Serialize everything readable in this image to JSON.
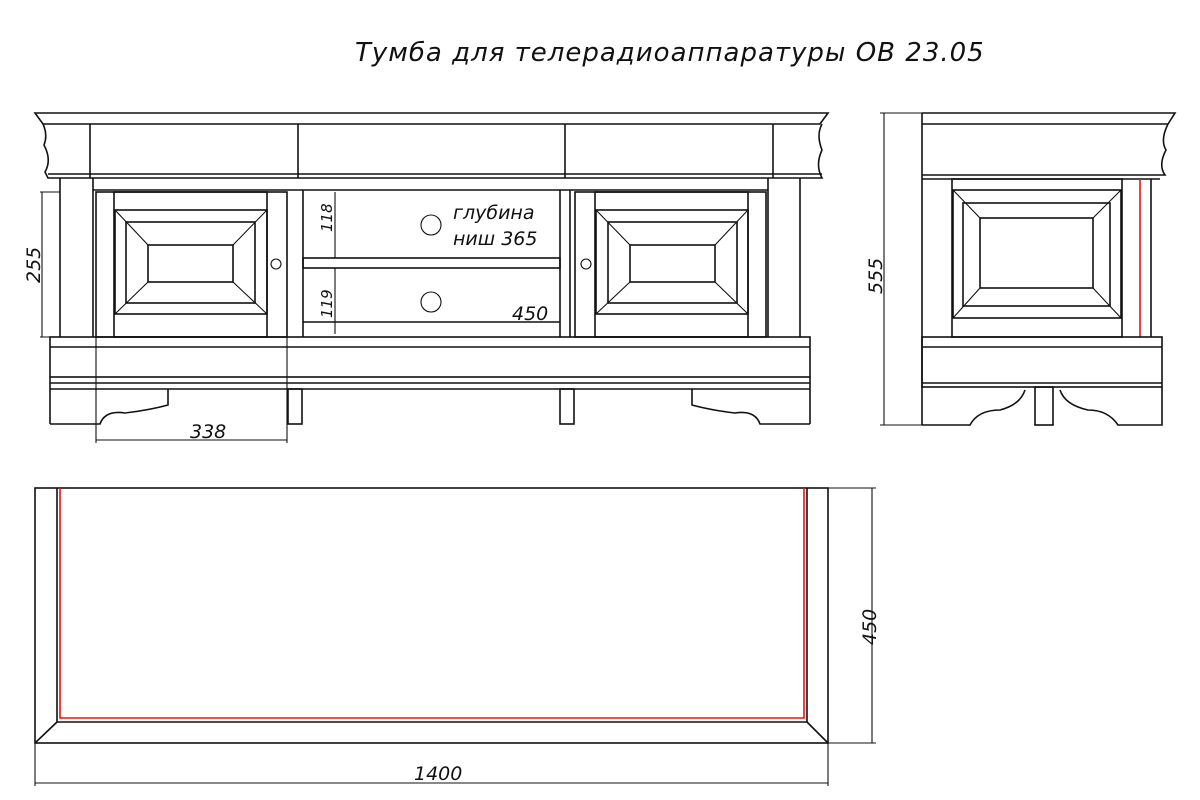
{
  "title": "Тумба для телерадиоаппаратуры ОВ 23.05",
  "views": {
    "front": {
      "dimensions": {
        "door_height": "255",
        "door_width": "338",
        "niche_upper": "118",
        "niche_lower": "119",
        "niche_depth_line1": "глубина",
        "niche_depth_line2": "ниш  365",
        "shelf_width": "450"
      }
    },
    "side": {
      "dimensions": {
        "height": "555"
      }
    },
    "top": {
      "dimensions": {
        "width": "1400",
        "depth": "450"
      }
    }
  },
  "colors": {
    "line": "#111111",
    "highlight": "#ee1111",
    "background": "#ffffff"
  }
}
